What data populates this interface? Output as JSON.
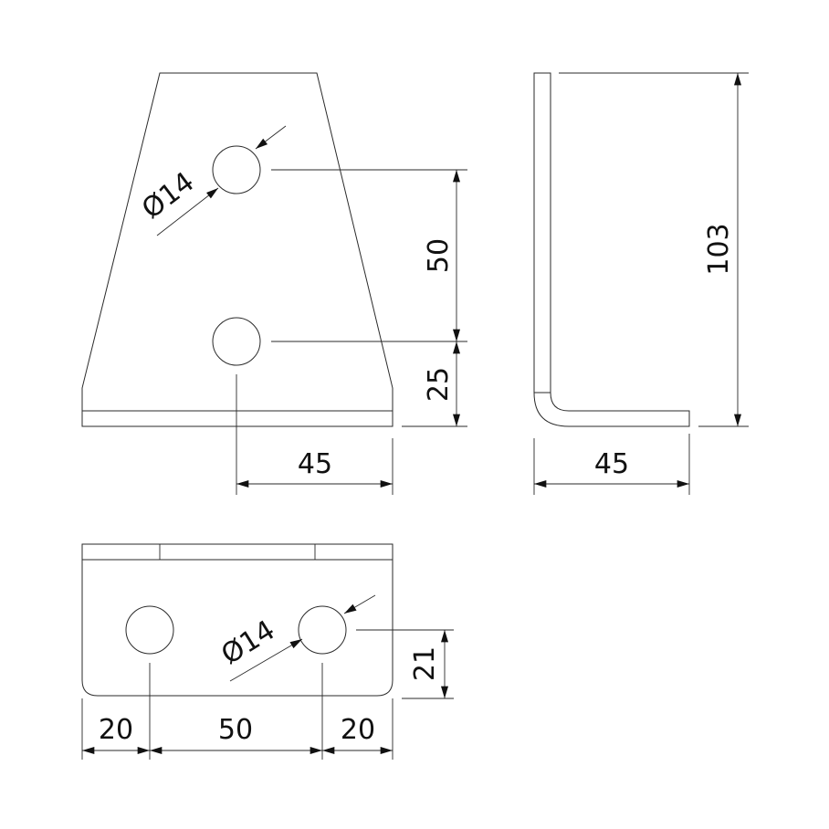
{
  "drawing": {
    "front_view": {
      "hole_diameter_label": "Ø14",
      "hole_spacing_label": "50",
      "hole_to_base_label": "25",
      "hole_to_edge_label": "45"
    },
    "side_view": {
      "height_label": "103",
      "depth_label": "45"
    },
    "bottom_view": {
      "hole_diameter_label": "Ø14",
      "hole_offset_label": "21",
      "left_margin_label": "20",
      "hole_spacing_label": "50",
      "right_margin_label": "20"
    }
  }
}
